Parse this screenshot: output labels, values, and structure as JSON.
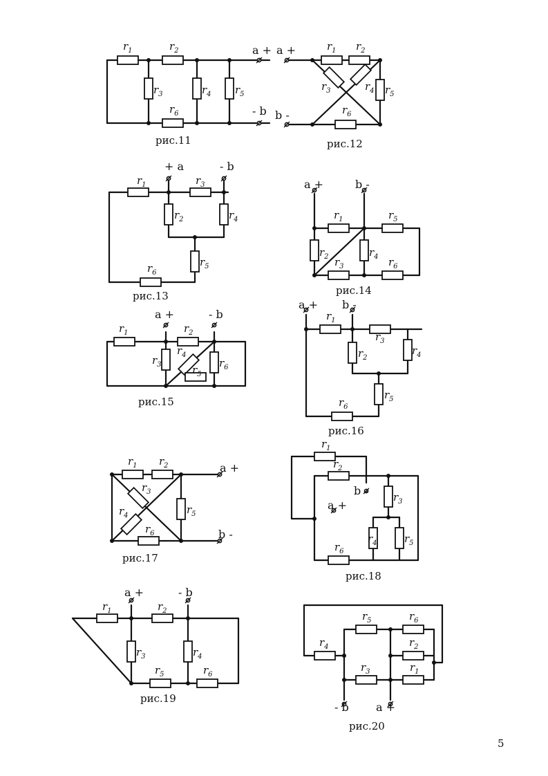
{
  "page_number": "5",
  "figures": [
    {
      "caption": "рис.11",
      "terminals": {
        "a": "a +",
        "b": "- b"
      },
      "resistors": [
        {
          "id": "r1",
          "label": "r",
          "sub": "1"
        },
        {
          "id": "r2",
          "label": "r",
          "sub": "2"
        },
        {
          "id": "r3",
          "label": "r",
          "sub": "3"
        },
        {
          "id": "r4",
          "label": "r",
          "sub": "4"
        },
        {
          "id": "r5",
          "label": "r",
          "sub": "5"
        },
        {
          "id": "r6",
          "label": "r",
          "sub": "6"
        }
      ]
    },
    {
      "caption": "рис.12",
      "terminals": {
        "a": "a +",
        "b": "b -"
      },
      "resistors": [
        {
          "id": "r1",
          "label": "r",
          "sub": "1"
        },
        {
          "id": "r2",
          "label": "r",
          "sub": "2"
        },
        {
          "id": "r3",
          "label": "r",
          "sub": "3"
        },
        {
          "id": "r4",
          "label": "r",
          "sub": "4"
        },
        {
          "id": "r5",
          "label": "r",
          "sub": "5"
        },
        {
          "id": "r6",
          "label": "r",
          "sub": "6"
        }
      ]
    },
    {
      "caption": "рис.13",
      "terminals": {
        "a": "+ a",
        "b": "- b"
      },
      "resistors": [
        {
          "id": "r1",
          "label": "r",
          "sub": "1"
        },
        {
          "id": "r2",
          "label": "r",
          "sub": "2"
        },
        {
          "id": "r3",
          "label": "r",
          "sub": "3"
        },
        {
          "id": "r4",
          "label": "r",
          "sub": "4"
        },
        {
          "id": "r5",
          "label": "r",
          "sub": "5"
        },
        {
          "id": "r6",
          "label": "r",
          "sub": "6"
        }
      ]
    },
    {
      "caption": "рис.14",
      "terminals": {
        "a": "a +",
        "b": "b -"
      },
      "resistors": [
        {
          "id": "r1",
          "label": "r",
          "sub": "1"
        },
        {
          "id": "r2",
          "label": "r",
          "sub": "2"
        },
        {
          "id": "r3",
          "label": "r",
          "sub": "3"
        },
        {
          "id": "r4",
          "label": "r",
          "sub": "4"
        },
        {
          "id": "r5",
          "label": "r",
          "sub": "5"
        },
        {
          "id": "r6",
          "label": "r",
          "sub": "6"
        }
      ]
    },
    {
      "caption": "рис.15",
      "terminals": {
        "a": "a +",
        "b": "- b"
      },
      "resistors": [
        {
          "id": "r1",
          "label": "r",
          "sub": "1"
        },
        {
          "id": "r2",
          "label": "r",
          "sub": "2"
        },
        {
          "id": "r3",
          "label": "r",
          "sub": "3"
        },
        {
          "id": "r4",
          "label": "r",
          "sub": "4"
        },
        {
          "id": "r5",
          "label": "r",
          "sub": "5"
        },
        {
          "id": "r6",
          "label": "r",
          "sub": "6"
        }
      ]
    },
    {
      "caption": "рис.16",
      "terminals": {
        "a": "a +",
        "b": "b -"
      },
      "resistors": [
        {
          "id": "r1",
          "label": "r",
          "sub": "1"
        },
        {
          "id": "r2",
          "label": "r",
          "sub": "2"
        },
        {
          "id": "r3",
          "label": "r",
          "sub": "3"
        },
        {
          "id": "r4",
          "label": "r",
          "sub": "4"
        },
        {
          "id": "r5",
          "label": "r",
          "sub": "5"
        },
        {
          "id": "r6",
          "label": "r",
          "sub": "6"
        }
      ]
    },
    {
      "caption": "рис.17",
      "terminals": {
        "a": "a +",
        "b": "b -"
      },
      "resistors": [
        {
          "id": "r1",
          "label": "r",
          "sub": "1"
        },
        {
          "id": "r2",
          "label": "r",
          "sub": "2"
        },
        {
          "id": "r3",
          "label": "r",
          "sub": "3"
        },
        {
          "id": "r4",
          "label": "r",
          "sub": "4"
        },
        {
          "id": "r5",
          "label": "r",
          "sub": "5"
        },
        {
          "id": "r6",
          "label": "r",
          "sub": "6"
        }
      ]
    },
    {
      "caption": "рис.18",
      "terminals": {
        "a": "a +",
        "b": "b -"
      },
      "resistors": [
        {
          "id": "r1",
          "label": "r",
          "sub": "1"
        },
        {
          "id": "r2",
          "label": "r",
          "sub": "2"
        },
        {
          "id": "r3",
          "label": "r",
          "sub": "3"
        },
        {
          "id": "r4",
          "label": "r",
          "sub": "4"
        },
        {
          "id": "r5",
          "label": "r",
          "sub": "5"
        },
        {
          "id": "r6",
          "label": "r",
          "sub": "6"
        }
      ]
    },
    {
      "caption": "рис.19",
      "terminals": {
        "a": "a +",
        "b": "- b"
      },
      "resistors": [
        {
          "id": "r1",
          "label": "r",
          "sub": "1"
        },
        {
          "id": "r2",
          "label": "r",
          "sub": "2"
        },
        {
          "id": "r3",
          "label": "r",
          "sub": "3"
        },
        {
          "id": "r4",
          "label": "r",
          "sub": "4"
        },
        {
          "id": "r5",
          "label": "r",
          "sub": "5"
        },
        {
          "id": "r6",
          "label": "r",
          "sub": "6"
        }
      ]
    },
    {
      "caption": "рис.20",
      "terminals": {
        "a": "a +",
        "b": "- b"
      },
      "resistors": [
        {
          "id": "r1",
          "label": "r",
          "sub": "1"
        },
        {
          "id": "r2",
          "label": "r",
          "sub": "2"
        },
        {
          "id": "r3",
          "label": "r",
          "sub": "3"
        },
        {
          "id": "r4",
          "label": "r",
          "sub": "4"
        },
        {
          "id": "r5",
          "label": "r",
          "sub": "5"
        },
        {
          "id": "r6",
          "label": "r",
          "sub": "6"
        }
      ]
    }
  ]
}
